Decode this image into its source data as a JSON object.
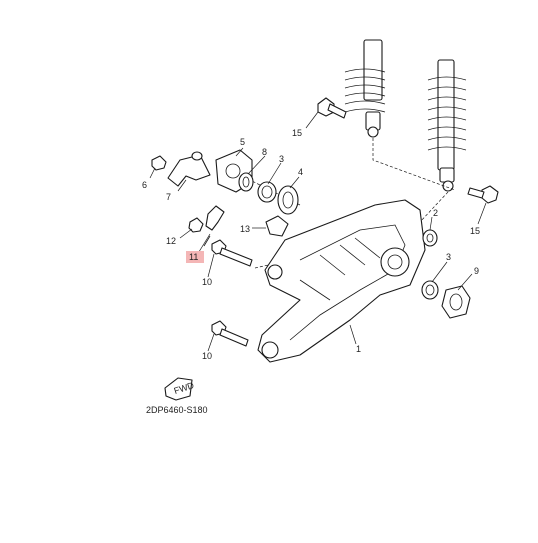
{
  "callouts": {
    "c1": "1",
    "c2": "2",
    "c3a": "3",
    "c3b": "3",
    "c4": "4",
    "c5": "5",
    "c6": "6",
    "c7": "7",
    "c8": "8",
    "c9": "9",
    "c10a": "10",
    "c10b": "10",
    "c11": "11",
    "c12": "12",
    "c13": "13",
    "c15a": "15",
    "c15b": "15"
  },
  "fwd_label": "FWD",
  "diagram_code": "2DP6460-S180",
  "highlight_color": "#f4b6b6"
}
